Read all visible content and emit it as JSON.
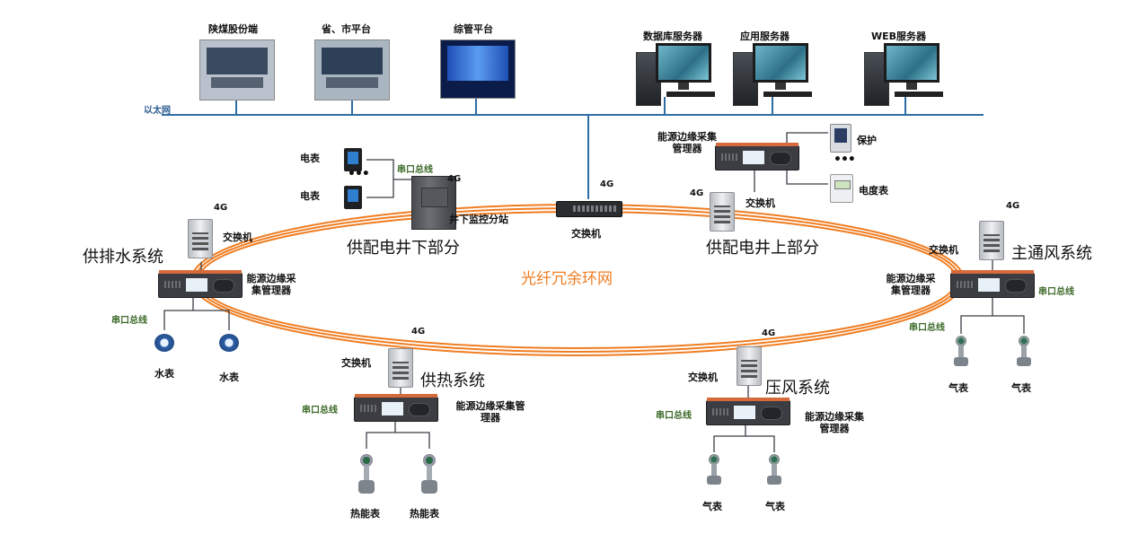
{
  "top_sites": [
    "陕煤股份端",
    "省、市平台",
    "综管平台"
  ],
  "servers": [
    "数据库服务器",
    "应用服务器",
    "WEB服务器"
  ],
  "ethernet_label": "以太网",
  "ring_label": "光纤冗余环网",
  "signal_label": "4G",
  "switch_label": "交换机",
  "serial_bus_label": "串口总线",
  "gateway_label": "能源边缘采集管理器",
  "gateway_label_sanctioned_breaks": {
    "left_two_lines": [
      "能源边缘采",
      "集管理器"
    ],
    "top_right_two_lines": [
      "能源边缘采集",
      "管理器"
    ],
    "right_two_lines": [
      "能源边缘采",
      "集管理器"
    ],
    "heat_two_lines": [
      "能源边缘采集管",
      "理器"
    ],
    "press_two_lines": [
      "能源边缘采集",
      "管理器"
    ]
  },
  "subsystems": {
    "underground": "供配电井下部分",
    "surface": "供配电井上部分",
    "drainage": "供排水系统",
    "ventilation": "主通风系统",
    "heating": "供热系统",
    "compressed_air": "压风系统"
  },
  "underground_station": "井下监控分站",
  "devices": {
    "power_meter": "电表",
    "protection": "保护",
    "energy_meter": "电度表",
    "water_meter": "水表",
    "gas_meter": "气表",
    "heat_meter": "热能表"
  },
  "colors": {
    "ring": "#ef7d22",
    "ethernet": "#2e6da4",
    "serial_bus": "#3d6b2a"
  }
}
